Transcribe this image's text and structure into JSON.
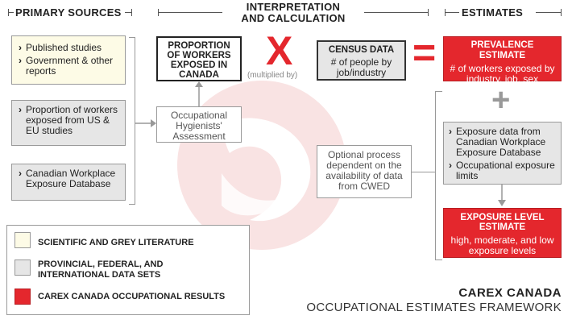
{
  "headers": {
    "primary": "PRIMARY SOURCES",
    "interp_line1": "INTERPRETATION",
    "interp_line2": "AND CALCULATION",
    "estimates": "ESTIMATES"
  },
  "primary_sources": {
    "box1_items": [
      "Published studies",
      "Government & other reports"
    ],
    "box2_item": "Proportion of workers exposed from US & EU studies",
    "box3_item": "Canadian Workplace Exposure Database"
  },
  "calculation": {
    "proportion_label": "PROPORTION OF WORKERS EXPOSED IN CANADA",
    "multiply_symbol": "X",
    "multiply_caption": "(multiplied by)",
    "census_title": "CENSUS DATA",
    "census_sub": "# of people by job/industry",
    "equals_symbol": "=",
    "prevalence_title": "PREVALENCE ESTIMATE",
    "prevalence_sub": "# of workers exposed by industry, job, sex"
  },
  "assessment_label": "Occupational Hygienists' Assessment",
  "optional_label": "Optional process dependent on the availability of data from CWED",
  "plus_symbol": "+",
  "exposure_data": {
    "item1": "Exposure data from Canadian Workplace Exposure Database",
    "item2": "Occupational exposure limits"
  },
  "exposure_level": {
    "title": "EXPOSURE LEVEL ESTIMATE",
    "sub": "high, moderate, and low exposure levels"
  },
  "legend": {
    "items": [
      {
        "label": "SCIENTIFIC AND GREY LITERATURE",
        "color": "#fdfbe6"
      },
      {
        "label": "PROVINCIAL, FEDERAL, AND INTERNATIONAL DATA SETS",
        "color": "#e6e6e6"
      },
      {
        "label": "CAREX CANADA OCCUPATIONAL RESULTS",
        "color": "#e4272d"
      }
    ]
  },
  "footer": {
    "title": "CAREX CANADA",
    "subtitle": "OCCUPATIONAL ESTIMATES FRAMEWORK"
  },
  "colors": {
    "accent_red": "#e4272d",
    "cream": "#fdfbe6",
    "grey": "#e6e6e6",
    "watermark": "#f6dada"
  }
}
